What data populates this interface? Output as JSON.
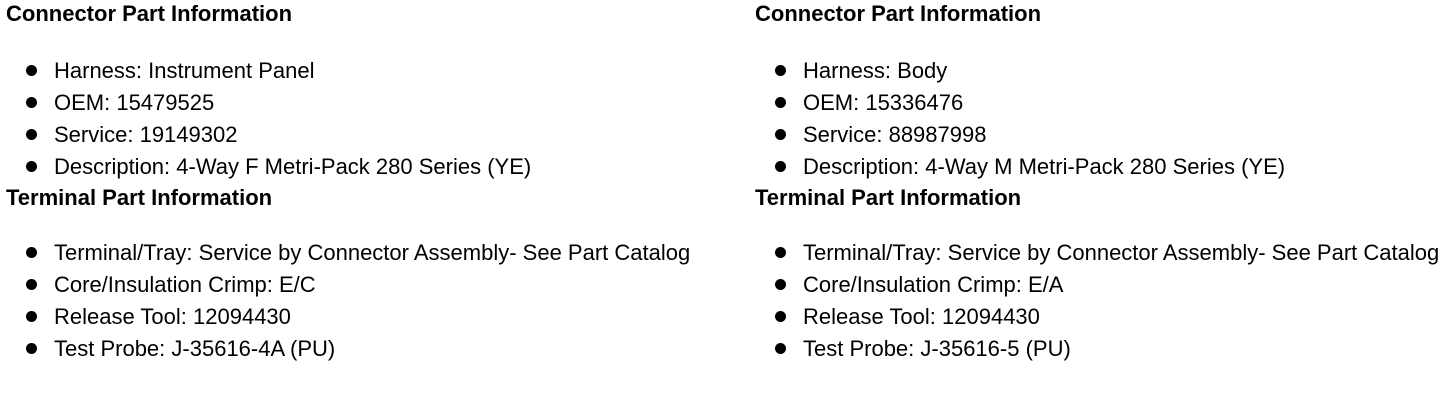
{
  "left": {
    "connector_heading": "Connector Part Information",
    "connector_items": [
      "Harness: Instrument Panel",
      "OEM: 15479525",
      "Service: 19149302",
      "Description: 4-Way F Metri-Pack 280 Series (YE)"
    ],
    "terminal_heading": "Terminal Part Information",
    "terminal_items": [
      "Terminal/Tray: Service by Connector Assembly- See Part Catalog",
      "Core/Insulation Crimp: E/C",
      "Release Tool: 12094430",
      "Test Probe: J-35616-4A (PU)"
    ]
  },
  "right": {
    "connector_heading": "Connector Part Information",
    "connector_items": [
      "Harness: Body",
      "OEM: 15336476",
      "Service: 88987998",
      "Description: 4-Way M Metri-Pack 280 Series (YE)"
    ],
    "terminal_heading": "Terminal Part Information",
    "terminal_items": [
      "Terminal/Tray: Service by Connector Assembly- See Part Catalog",
      "Core/Insulation Crimp: E/A",
      "Release Tool: 12094430",
      "Test Probe: J-35616-5 (PU)"
    ]
  }
}
